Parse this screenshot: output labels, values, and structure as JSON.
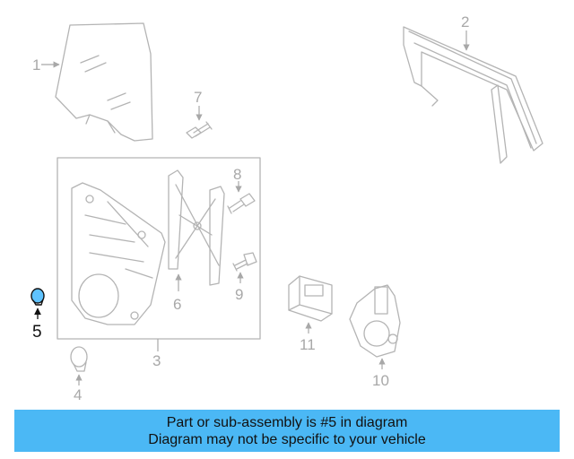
{
  "callouts": {
    "c1": "1",
    "c2": "2",
    "c3": "3",
    "c4": "4",
    "c5": "5",
    "c6": "6",
    "c7": "7",
    "c8": "8",
    "c9": "9",
    "c10": "10",
    "c11": "11"
  },
  "highlighted_part": "5",
  "banner": {
    "line1": "Part or sub-assembly is #5 in diagram",
    "line2": "Diagram may not be specific to your vehicle",
    "color": "#4bb8f5"
  }
}
